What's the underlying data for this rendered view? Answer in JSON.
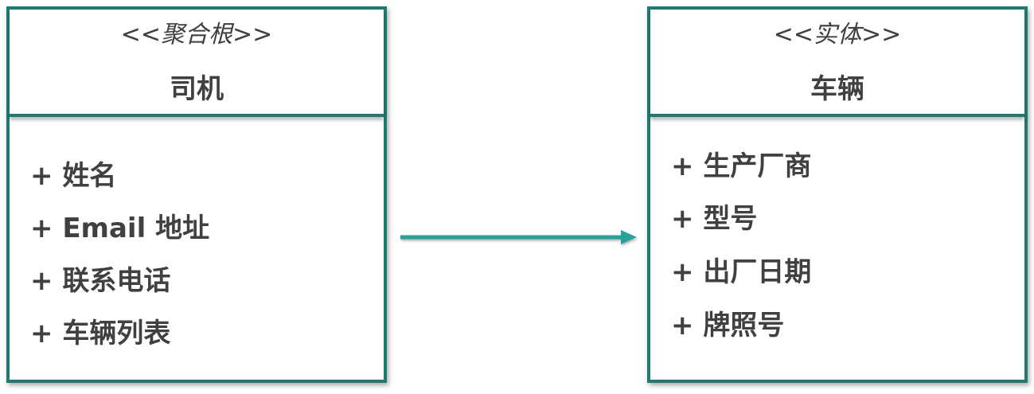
{
  "diagram": {
    "aggregate_root": {
      "stereotype": "<<聚合根>>",
      "name": "司机",
      "attributes": [
        "+ 姓名",
        "+ Email 地址",
        "+ 联系电话",
        "+ 车辆列表"
      ]
    },
    "entity": {
      "stereotype": "<<实体>>",
      "name": "车辆",
      "attributes": [
        "+ 生产厂商",
        "+ 型号",
        "+ 出厂日期",
        "+ 牌照号"
      ]
    },
    "association": {
      "from": "司机",
      "to": "车辆",
      "color": "#2aa198"
    },
    "colors": {
      "border": "#1f7a72",
      "text": "#404040",
      "arrow": "#2aa198"
    }
  }
}
